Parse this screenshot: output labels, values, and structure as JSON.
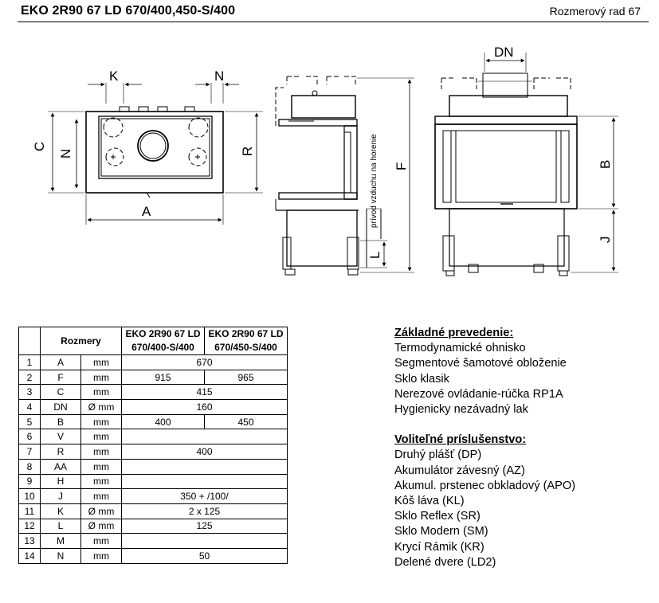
{
  "header": {
    "title": "EKO 2R90 67 LD 670/400,450-S/400",
    "series": "Rozmerový rad 67"
  },
  "drawing_labels": {
    "K": "K",
    "N": "N",
    "C": "C",
    "R": "R",
    "A": "A",
    "DN": "DN",
    "F": "F",
    "B": "B",
    "J": "J",
    "L": "L",
    "air_intake": "prívod vzduchu na horenie"
  },
  "table": {
    "header_label": "Rozmery",
    "columns": [
      "EKO 2R90 67 LD 670/400-S/400",
      "EKO 2R90 67 LD 670/450-S/400"
    ],
    "rows": [
      {
        "num": "1",
        "name": "A",
        "unit": "mm",
        "merged": "670"
      },
      {
        "num": "2",
        "name": "F",
        "unit": "mm",
        "v1": "915",
        "v2": "965"
      },
      {
        "num": "3",
        "name": "C",
        "unit": "mm",
        "merged": "415"
      },
      {
        "num": "4",
        "name": "DN",
        "unit": "Ø mm",
        "merged": "160"
      },
      {
        "num": "5",
        "name": "B",
        "unit": "mm",
        "v1": "400",
        "v2": "450"
      },
      {
        "num": "6",
        "name": "V",
        "unit": "mm",
        "merged": ""
      },
      {
        "num": "7",
        "name": "R",
        "unit": "mm",
        "merged": "400"
      },
      {
        "num": "8",
        "name": "AA",
        "unit": "mm",
        "merged": ""
      },
      {
        "num": "9",
        "name": "H",
        "unit": "mm",
        "merged": ""
      },
      {
        "num": "10",
        "name": "J",
        "unit": "mm",
        "merged": "350 + /100/"
      },
      {
        "num": "11",
        "name": "K",
        "unit": "Ø mm",
        "merged": "2 x 125"
      },
      {
        "num": "12",
        "name": "L",
        "unit": "Ø mm",
        "merged": "125"
      },
      {
        "num": "13",
        "name": "M",
        "unit": "mm",
        "merged": ""
      },
      {
        "num": "14",
        "name": "N",
        "unit": "mm",
        "merged": "50"
      }
    ]
  },
  "basic": {
    "heading": "Základné prevedenie:",
    "items": [
      "Termodynamické ohnisko",
      "Segmentové šamotové obloženie",
      "Sklo klasik",
      "Nerezové ovládanie-rúčka RP1A",
      "Hygienicky nezávadný lak"
    ]
  },
  "optional": {
    "heading": "Voliteľné príslušenstvo:",
    "items": [
      "Druhý plášť  (DP)",
      "Akumulátor závesný (AZ)",
      "Akumul. prstenec obkladový (APO)",
      "Kôš láva (KL)",
      "Sklo Reflex (SR)",
      "Sklo Modern (SM)",
      "Krycí Rámik (KR)",
      "Delené dvere (LD2)"
    ]
  }
}
